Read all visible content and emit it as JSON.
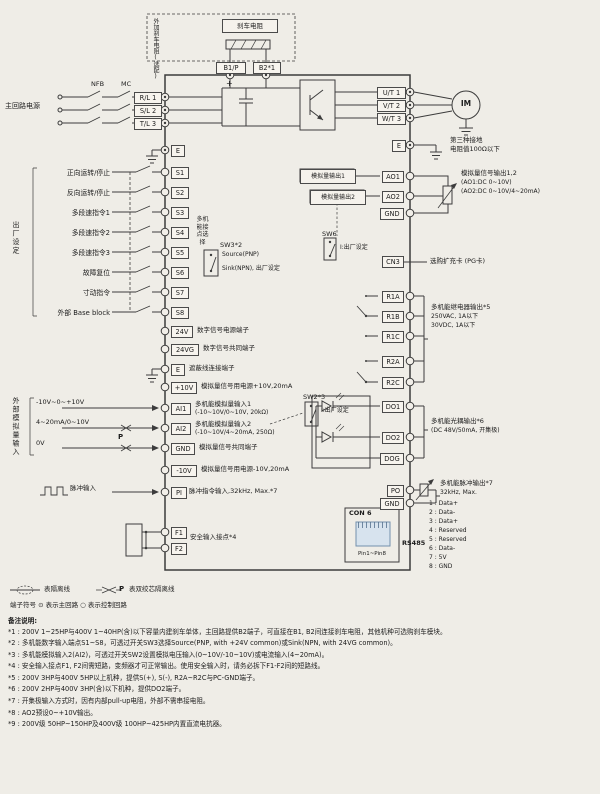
{
  "header": {
    "brake_resistor": "刹车电阻",
    "external_brake": "外加刹车电阻(选配)",
    "b1": "B1/P",
    "b2": "B2*1",
    "nfb": "NFB",
    "mc": "MC",
    "mains": "主回路电源",
    "r": "R/L 1",
    "s": "S/L 2",
    "t": "T/L 3",
    "u": "U/T 1",
    "v": "V/T 2",
    "w": "W/T 3",
    "motor": "IM",
    "plus": "+",
    "e_left": "E",
    "e_right": "E",
    "ground_line1": "第三种接地",
    "ground_line2": "电阻值100Ω以下"
  },
  "digital": {
    "group_label": "出厂设定",
    "rows": [
      {
        "fn": "正向运转/停止",
        "t": "S1"
      },
      {
        "fn": "反向运转/停止",
        "t": "S2"
      },
      {
        "fn": "多段速指令1",
        "t": "S3"
      },
      {
        "fn": "多段速指令2",
        "t": "S4"
      },
      {
        "fn": "多段速指令3",
        "t": "S5"
      },
      {
        "fn": "故障复位",
        "t": "S6"
      },
      {
        "fn": "寸动指令",
        "t": "S7"
      },
      {
        "fn": "外部 Base block",
        "t": "S8"
      }
    ],
    "selector": "多机能接点选择",
    "sw3": "SW3*2",
    "source": "Source(PNP)",
    "sink": "Sink(NPN), 出厂设定",
    "v24": {
      "t": "24V",
      "desc": "数字信号电源端子"
    },
    "v24g": {
      "t": "24VG",
      "desc": "数字信号共同端子"
    },
    "shield": {
      "t": "E",
      "desc": "遮蔽线连接端子"
    }
  },
  "analog": {
    "group_label": "外部模拟量输入",
    "p10": {
      "t": "+10V",
      "desc": "模拟量信号用电源+10V,20mA"
    },
    "ext_ai1": "-10V~0~+10V",
    "ext_ai2": "4~20mA/0~10V",
    "ext_0v": "0V",
    "pair_mark": "P",
    "ai1": {
      "t": "AI1",
      "desc": "多机能模拟量输入1",
      "spec": "(-10~10V/0~10V, 20kΩ)"
    },
    "ai2": {
      "t": "AI2",
      "desc": "多机能模拟量输入2",
      "spec": "(-10~10V/4~20mA, 250Ω)"
    },
    "gnd": {
      "t": "GND",
      "desc": "模拟量信号共同端子"
    },
    "n10": {
      "t": "-10V",
      "desc": "模拟量信号用电源-10V,20mA"
    },
    "sw2": "SW2*3",
    "sw2_note": "I:出厂设定"
  },
  "pulse": {
    "ext": "脉冲输入",
    "t": "PI",
    "desc": "脉冲指令输入,32kHz, Max.*7"
  },
  "safety": {
    "f1": "F1",
    "f2": "F2",
    "desc": "安全输入接点*4"
  },
  "out": {
    "ao_box1": "模拟量输出1",
    "ao_box2": "模拟量输出2",
    "ao1": "AO1",
    "ao2": "AO2",
    "gnd": "GND",
    "ao_desc1": "模拟量信号输出1,2",
    "ao_desc2": "(AO1:DC 0~10V)",
    "ao_desc3": "(AO2:DC 0~10V/4~20mA)",
    "sw6": "SW6",
    "sw6_note": "I:出厂设定",
    "cn3": "CN3",
    "cn3_desc": "选购扩充卡 (PG卡)",
    "r1a": "R1A",
    "r1b": "R1B",
    "r1c": "R1C",
    "r2a": "R2A",
    "r2c": "R2C",
    "relay_desc1": "多机能继电器输出*5",
    "relay_desc2": "250VAC, 1A以下",
    "relay_desc3": "30VDC, 1A以下",
    "do1": "DO1",
    "do2": "DO2",
    "dog": "DOG",
    "do_desc1": "多机能光耦输出*6",
    "do_desc2": "(DC 48V/50mA, 开集极)",
    "po": "PO",
    "po_gnd": "GND",
    "po_desc1": "多机能脉冲输出*7",
    "po_desc2": "32kHz, Max.",
    "con6": "CON 6",
    "pin_range": "Pin1~Pin8",
    "rs485": "RS485",
    "pinout": [
      "1 : Data+",
      "2 : Data-",
      "3 : Data+",
      "4 : Reserved",
      "5 : Reserved",
      "6 : Data-",
      "7 : 5V",
      "8 : GND"
    ]
  },
  "legend": {
    "shield": "表隔离线",
    "pair_mark": "P",
    "twisted": "表双绞芯隔离线",
    "terminal_note": "端子符号  ⊙ 表示主回路  ○ 表示控制回路"
  },
  "notes": {
    "heading": "备注说明:",
    "items": [
      "*1 : 200V 1~25HP与400V 1~40HP(含)以下容量内建刹车单体，主回路提供B2端子，可直接在B1, B2间连接刹车电阻，其他机种可选购刹车模块。",
      "*2 : 多机能数字输入端点S1~S8，可透过开关SW3选择Source(PNP, with +24V common)或Sink(NPN, with 24VG common)。",
      "*3 : 多机能模拟输入2(AI2)，可透过开关SW2设置模拟电压输入(0~10V/-10~10V)或电流输入(4~20mA)。",
      "*4 : 安全输入接点F1, F2间需短路，变频器才可正常输出。使用安全输入时，请务必拆下F1-F2间的短路线。",
      "*5 : 200V 3HP与400V 5HP以上机种，提供S(+), S(-), R2A~R2C与PC-GND端子。",
      "*6 : 200V 2HP与400V 3HP(含)以下机种，提供DO2端子。",
      "*7 : 开集极输入方式时，因有内部pull-up电阻，外部不需串接电阻。",
      "*8 : AO2预设0~+10V输出。",
      "*9 : 200V级 50HP~150HP及400V级 100HP~425HP内置直流电抗器。"
    ]
  }
}
